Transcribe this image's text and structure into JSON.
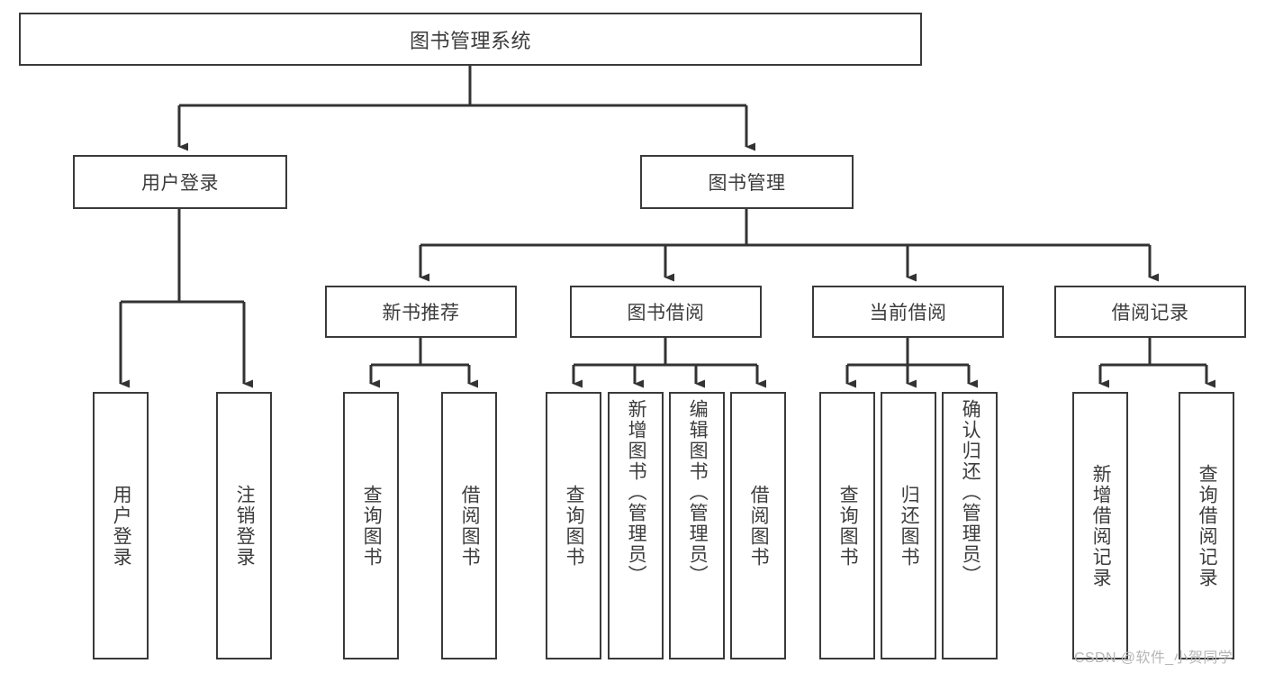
{
  "diagram": {
    "type": "tree-hierarchy",
    "title": "图书管理系统",
    "orientation": "top-down",
    "colors": {
      "node_border": "#3a3a3a",
      "node_fill": "#ffffff",
      "connector": "#333333",
      "text": "#3c3c3c",
      "watermark": "#b6b6b6",
      "background": "#ffffff"
    },
    "root": {
      "id": "root",
      "label": "图书管理系统"
    },
    "level1": [
      {
        "id": "user-login",
        "label": "用户登录"
      },
      {
        "id": "book-manage",
        "label": "图书管理"
      }
    ],
    "level2": [
      {
        "id": "new-book-recommend",
        "label": "新书推荐",
        "parent": "book-manage"
      },
      {
        "id": "book-borrow",
        "label": "图书借阅",
        "parent": "book-manage"
      },
      {
        "id": "current-borrow",
        "label": "当前借阅",
        "parent": "book-manage"
      },
      {
        "id": "borrow-record",
        "label": "借阅记录",
        "parent": "book-manage"
      }
    ],
    "leaves": [
      {
        "id": "leaf-user-login",
        "label": "用户登录",
        "parent": "user-login"
      },
      {
        "id": "leaf-logout",
        "label": "注销登录",
        "parent": "user-login"
      },
      {
        "id": "leaf-query-book-1",
        "label": "查询图书",
        "parent": "new-book-recommend"
      },
      {
        "id": "leaf-borrow-book-1",
        "label": "借阅图书",
        "parent": "new-book-recommend"
      },
      {
        "id": "leaf-query-book-2",
        "label": "查询图书",
        "parent": "book-borrow"
      },
      {
        "id": "leaf-add-book",
        "label": "新增图书（管理员）",
        "parent": "book-borrow"
      },
      {
        "id": "leaf-edit-book",
        "label": "编辑图书（管理员）",
        "parent": "book-borrow"
      },
      {
        "id": "leaf-borrow-book-2",
        "label": "借阅图书",
        "parent": "book-borrow"
      },
      {
        "id": "leaf-query-book-3",
        "label": "查询图书",
        "parent": "current-borrow"
      },
      {
        "id": "leaf-return-book",
        "label": "归还图书",
        "parent": "current-borrow"
      },
      {
        "id": "leaf-confirm-return",
        "label": "确认归还（管理员）",
        "parent": "current-borrow"
      },
      {
        "id": "leaf-add-record",
        "label": "新增借阅记录",
        "parent": "borrow-record"
      },
      {
        "id": "leaf-query-record",
        "label": "查询借阅记录",
        "parent": "borrow-record"
      }
    ],
    "watermark": "CSDN @软件_小贺同学"
  }
}
